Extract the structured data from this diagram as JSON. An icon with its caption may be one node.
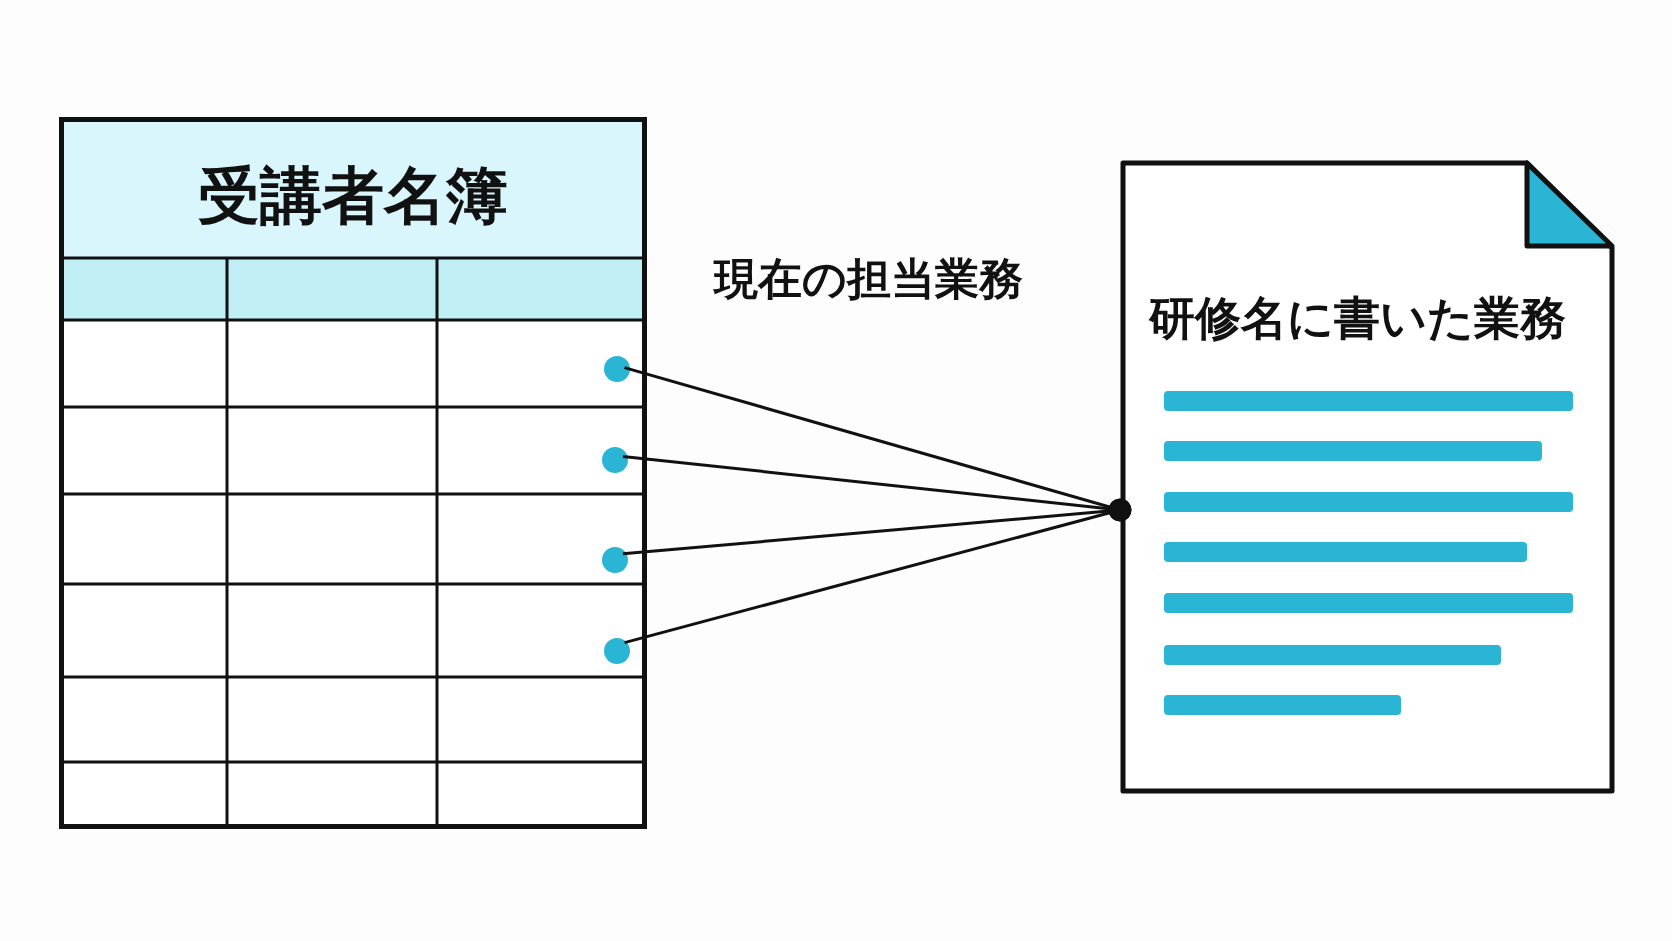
{
  "diagram": {
    "nodes": [
      {
        "text": [
          "受講者名簿"
        ]
      },
      {
        "text": [
          "研修名に書いた業務"
        ]
      },
      {
        "text": [],
        "shape": "circle",
        "in": 0
      },
      {
        "text": [],
        "shape": "circle",
        "in": 0
      },
      {
        "text": [],
        "shape": "circle",
        "in": 0
      },
      {
        "text": [],
        "shape": "circle",
        "in": 0
      }
    ],
    "edges": [
      {
        "from": 2,
        "to": 1,
        "arrow": "other"
      },
      {
        "from": 3,
        "to": 1,
        "arrow": "other"
      },
      {
        "from": 4,
        "to": 1,
        "arrow": "other"
      },
      {
        "from": 5,
        "to": 1,
        "arrow": "other"
      }
    ],
    "labels": [
      "現在の担当業務"
    ]
  }
}
